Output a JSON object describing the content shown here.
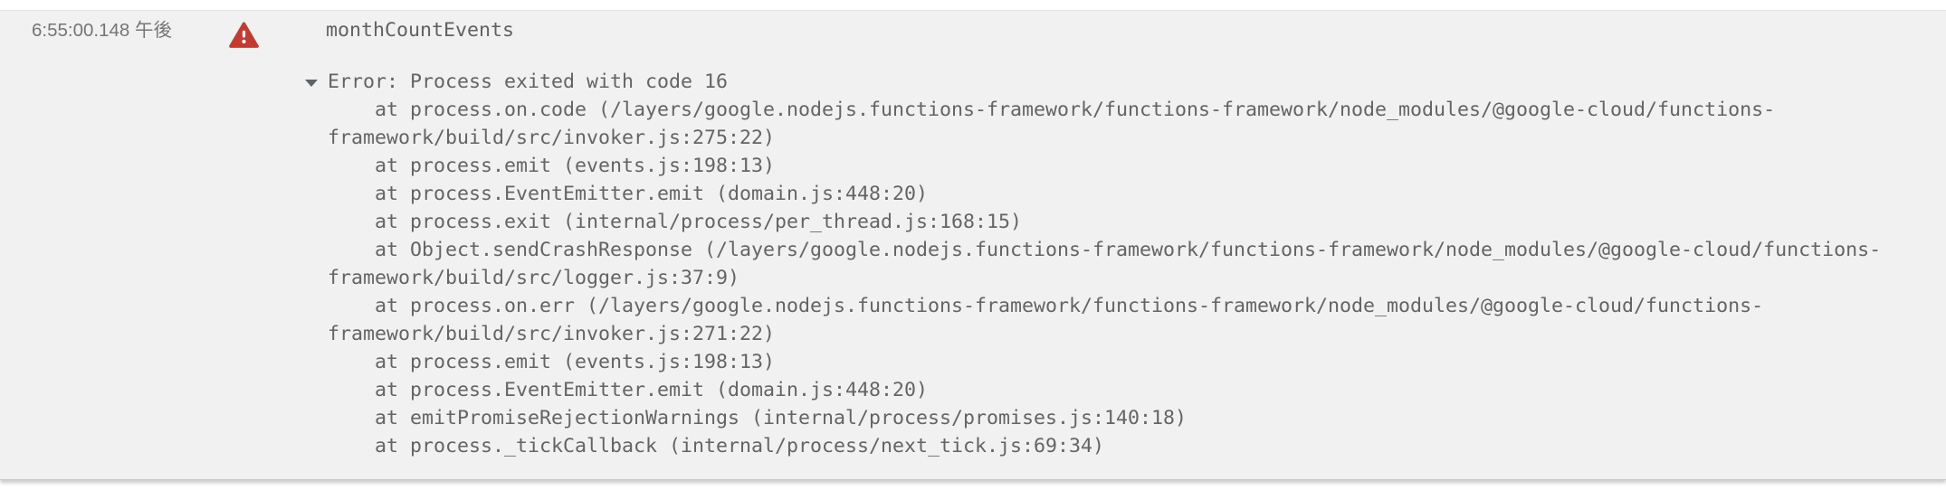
{
  "log_entry": {
    "timestamp": "6:55:00.148 午後",
    "severity": "error",
    "severity_color": "#c23b31",
    "summary": "monthCountEvents",
    "error_lines": [
      "Error: Process exited with code 16",
      "    at process.on.code (/layers/google.nodejs.functions-framework/functions-framework/node_modules/@google-cloud/functions-",
      "framework/build/src/invoker.js:275:22)",
      "    at process.emit (events.js:198:13)",
      "    at process.EventEmitter.emit (domain.js:448:20)",
      "    at process.exit (internal/process/per_thread.js:168:15)",
      "    at Object.sendCrashResponse (/layers/google.nodejs.functions-framework/functions-framework/node_modules/@google-cloud/functions-",
      "framework/build/src/logger.js:37:9)",
      "    at process.on.err (/layers/google.nodejs.functions-framework/functions-framework/node_modules/@google-cloud/functions-",
      "framework/build/src/invoker.js:271:22)",
      "    at process.emit (events.js:198:13)",
      "    at process.EventEmitter.emit (domain.js:448:20)",
      "    at emitPromiseRejectionWarnings (internal/process/promises.js:140:18)",
      "    at process._tickCallback (internal/process/next_tick.js:69:34)"
    ]
  },
  "colors": {
    "panel_background": "#f1f1f2",
    "log_text": "#646464",
    "timestamp_text": "#757575",
    "error_icon": "#c23b31"
  }
}
